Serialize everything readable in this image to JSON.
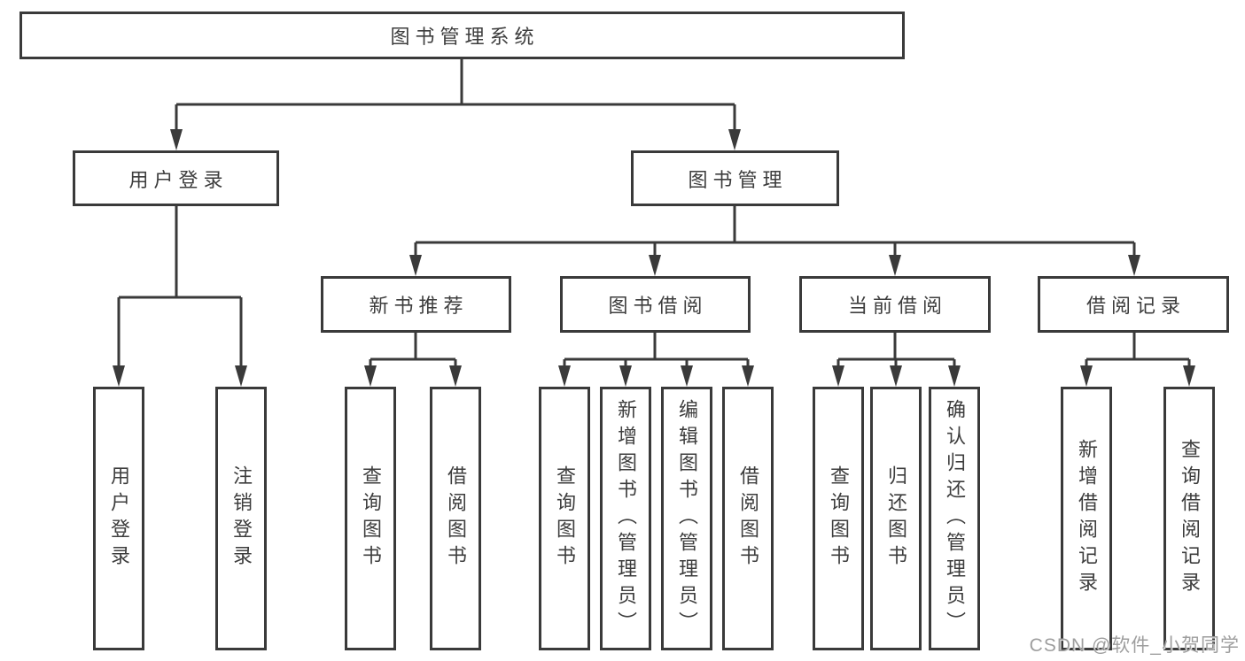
{
  "tree": {
    "label": "图书管理系统",
    "children": [
      {
        "label": "用户登录",
        "children": [
          {
            "label": "用户登录"
          },
          {
            "label": "注销登录"
          }
        ]
      },
      {
        "label": "图书管理",
        "children": [
          {
            "label": "新书推荐",
            "children": [
              {
                "label": "查询图书"
              },
              {
                "label": "借阅图书"
              }
            ]
          },
          {
            "label": "图书借阅",
            "children": [
              {
                "label": "查询图书"
              },
              {
                "label": "新增图书（管理员）"
              },
              {
                "label": "编辑图书（管理员）"
              },
              {
                "label": "借阅图书"
              }
            ]
          },
          {
            "label": "当前借阅",
            "children": [
              {
                "label": "查询图书"
              },
              {
                "label": "归还图书"
              },
              {
                "label": "确认归还（管理员）"
              }
            ]
          },
          {
            "label": "借阅记录",
            "children": [
              {
                "label": "新增借阅记录"
              },
              {
                "label": "查询借阅记录"
              }
            ]
          }
        ]
      }
    ]
  },
  "watermark": {
    "text": "CSDN @软件_小贺同学"
  },
  "colors": {
    "line": "#3a3a3a",
    "text": "#3d3d3d",
    "watermark": "#9e9e9e",
    "background": "#ffffff"
  }
}
